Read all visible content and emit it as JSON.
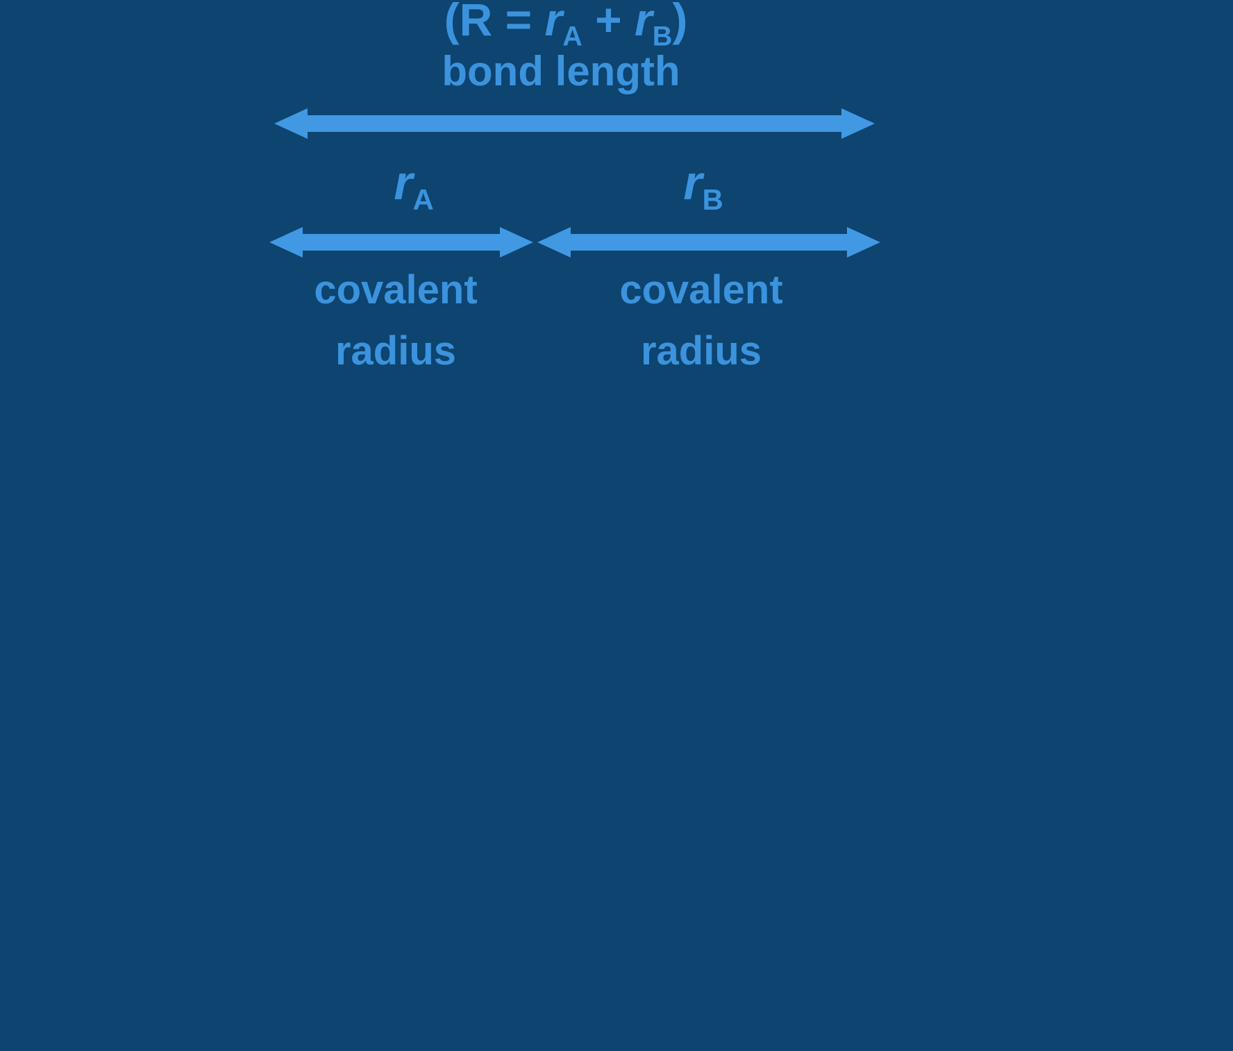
{
  "colors": {
    "background": "#0d4470",
    "text": "#3c93dd",
    "arrow": "#4199e3"
  },
  "diagram": {
    "formula": {
      "prefix": "(R = ",
      "var_a": "r",
      "sub_a": "A",
      "operator": " + ",
      "var_b": "r",
      "sub_b": "B",
      "suffix": ")"
    },
    "bond_length_label": "bond length",
    "radius_a": {
      "base": "r",
      "sub": "A"
    },
    "radius_b": {
      "base": "r",
      "sub": "B"
    },
    "covalent_a": {
      "line1": "covalent",
      "line2": "radius"
    },
    "covalent_b": {
      "line1": "covalent",
      "line2": "radius"
    }
  }
}
